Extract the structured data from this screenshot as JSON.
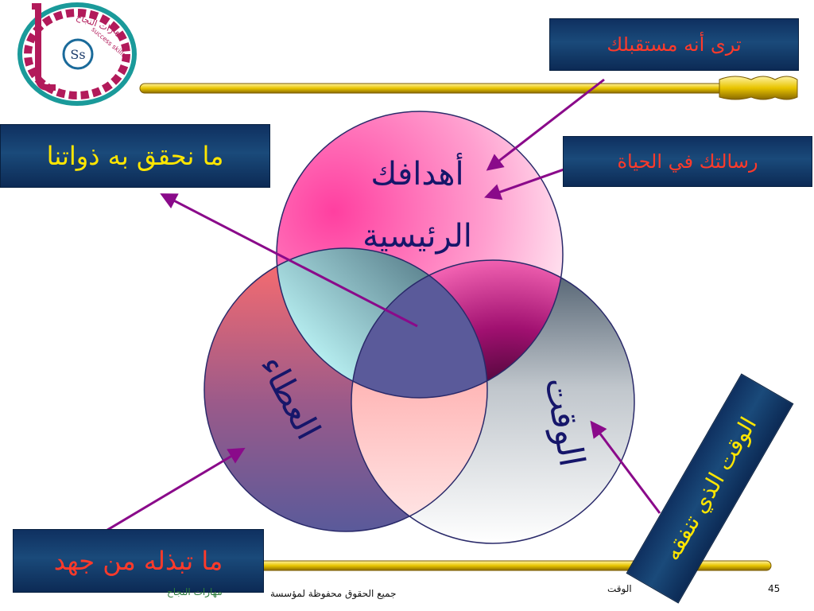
{
  "logo": {
    "text_top": "مهارات النجاح",
    "text_sub": "success skills",
    "monogram": "Ss"
  },
  "circles": {
    "goals": "أهدافك الرئيسية",
    "giving": "العطاء",
    "time": "الوقت"
  },
  "callouts": {
    "future": "ترى أنه مستقبلك",
    "mission": "رسالتك في الحياة",
    "self_realization": "ما نحقق به ذواتنا",
    "effort": "ما تبذله من جهد",
    "time_spent": "الوقت الذي تنفقه"
  },
  "footer": {
    "rights": "جميع الحقوق محفوظة لمؤسسة",
    "org": "مهارات النجاح",
    "center": "الوقت",
    "page_number": "45"
  },
  "colors": {
    "box_text_red": "#ff3a2a",
    "box_text_yellow": "#ffe600",
    "box_bg": "#1a4a7a",
    "arrow": "#8a0a8a",
    "circle_label": "#16166a",
    "rule_gold": "#e8c400"
  }
}
